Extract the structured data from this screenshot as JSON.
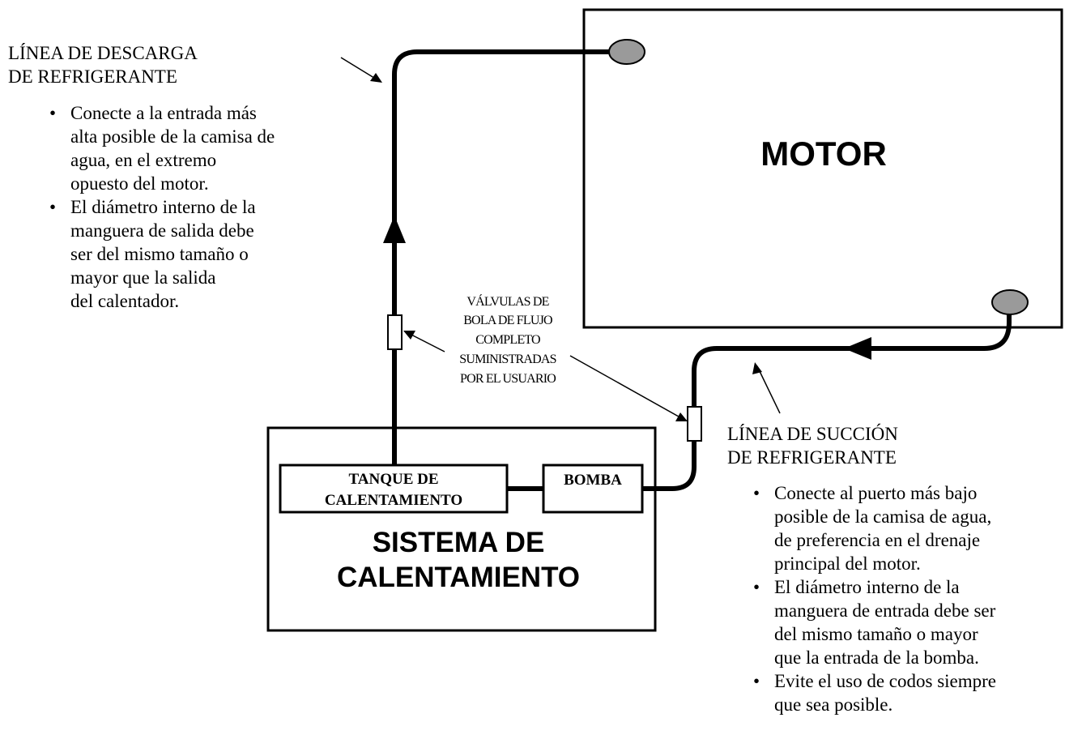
{
  "motor": {
    "label": "MOTOR"
  },
  "heating_system": {
    "label_lines": [
      "SISTEMA DE",
      "CALENTAMIENTO"
    ]
  },
  "tank": {
    "label_lines": [
      "TANQUE DE",
      "CALENTAMIENTO"
    ]
  },
  "pump": {
    "label": "BOMBA"
  },
  "valves_label": {
    "lines": [
      "VÁLVULAS DE",
      "BOLA DE FLUJO",
      "COMPLETO",
      "SUMINISTRADAS",
      "POR EL USUARIO"
    ]
  },
  "discharge_line": {
    "title_lines": [
      "LÍNEA DE DESCARGA",
      "DE REFRIGERANTE"
    ],
    "bullets": [
      {
        "lines": [
          "Conecte a la entrada más",
          "alta posible de la camisa de",
          "agua, en el extremo",
          "opuesto del motor."
        ]
      },
      {
        "lines": [
          "El diámetro interno de la",
          "manguera de salida debe",
          "ser del mismo tamaño o",
          "mayor que la salida",
          "del calentador."
        ]
      }
    ]
  },
  "suction_line": {
    "title_lines": [
      "LÍNEA DE SUCCIÓN",
      "DE REFRIGERANTE"
    ],
    "bullets": [
      {
        "lines": [
          "Conecte al puerto más bajo",
          "posible de la camisa de agua,",
          "de preferencia en el drenaje",
          "principal del motor."
        ]
      },
      {
        "lines": [
          "El diámetro interno de la",
          "manguera de entrada debe ser",
          "del mismo tamaño o mayor",
          "que la entrada de la bomba."
        ]
      },
      {
        "lines": [
          "Evite el uso de codos siempre",
          "que sea posible."
        ]
      }
    ]
  }
}
